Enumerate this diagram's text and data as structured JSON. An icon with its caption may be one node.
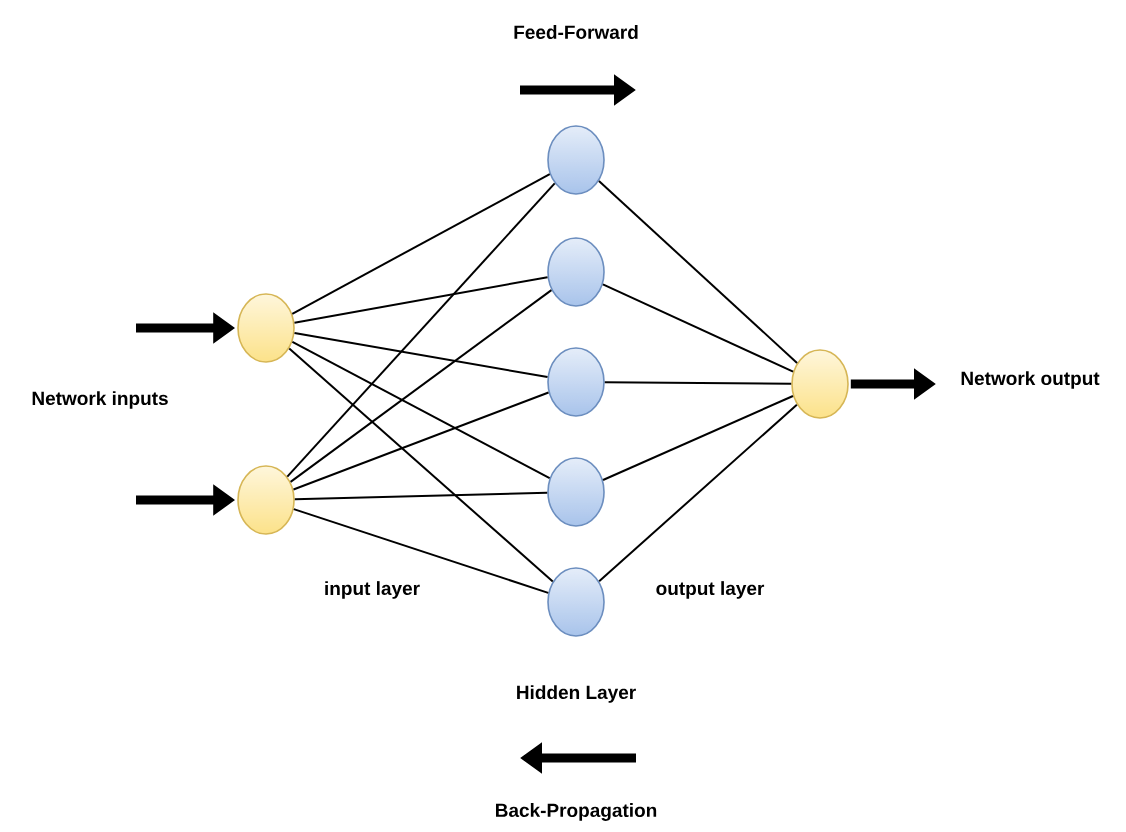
{
  "diagram": {
    "nodes": [
      {
        "text": [],
        "shape": "ellipse"
      },
      {
        "text": [],
        "shape": "ellipse"
      },
      {
        "text": [],
        "shape": "ellipse"
      },
      {
        "text": [],
        "shape": "ellipse"
      },
      {
        "text": [],
        "shape": "ellipse"
      },
      {
        "text": [],
        "shape": "ellipse"
      },
      {
        "text": [],
        "shape": "ellipse"
      },
      {
        "text": [],
        "shape": "ellipse"
      }
    ],
    "edges": [
      {
        "from": null,
        "to": 0,
        "arrow": "to",
        "style": "thick"
      },
      {
        "from": null,
        "to": 1,
        "arrow": "to",
        "style": "thick"
      },
      {
        "from": 0,
        "to": 2,
        "arrow": "none"
      },
      {
        "from": 0,
        "to": 3,
        "arrow": "none"
      },
      {
        "from": 0,
        "to": 4,
        "arrow": "none"
      },
      {
        "from": 0,
        "to": 5,
        "arrow": "none"
      },
      {
        "from": 0,
        "to": 6,
        "arrow": "none"
      },
      {
        "from": 1,
        "to": 2,
        "arrow": "none"
      },
      {
        "from": 1,
        "to": 3,
        "arrow": "none"
      },
      {
        "from": 1,
        "to": 4,
        "arrow": "none"
      },
      {
        "from": 1,
        "to": 5,
        "arrow": "none"
      },
      {
        "from": 1,
        "to": 6,
        "arrow": "none"
      },
      {
        "from": 2,
        "to": 7,
        "arrow": "none"
      },
      {
        "from": 3,
        "to": 7,
        "arrow": "none"
      },
      {
        "from": 4,
        "to": 7,
        "arrow": "none"
      },
      {
        "from": 5,
        "to": 7,
        "arrow": "none"
      },
      {
        "from": 6,
        "to": 7,
        "arrow": "none"
      },
      {
        "from": 7,
        "to": null,
        "arrow": "to",
        "style": "thick"
      }
    ],
    "labels": [
      "Feed-Forward",
      "Network inputs",
      "Network output",
      "input layer",
      "output layer",
      "Hidden Layer",
      "Back-Propagation"
    ]
  }
}
